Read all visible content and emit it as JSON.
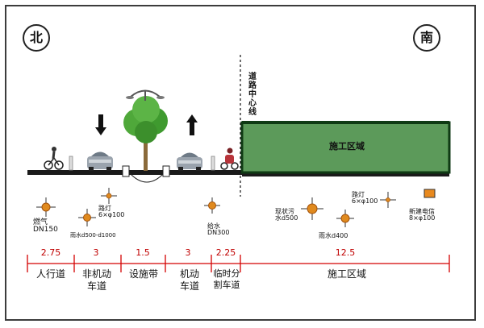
{
  "compass": {
    "north": "北",
    "south": "南"
  },
  "centerline_label": "道路中心线",
  "construction_block_label": "施工区域",
  "utilities": [
    {
      "name": "gas",
      "label": "燃气\nDN150"
    },
    {
      "name": "streetlight-left",
      "label": "路灯\n6×φ100"
    },
    {
      "name": "rainwater-left",
      "label": "雨水d500-d1000"
    },
    {
      "name": "water-supply",
      "label": "给水\nDN300"
    },
    {
      "name": "sewage",
      "label": "现状污\n水d500"
    },
    {
      "name": "rainwater-right",
      "label": "雨水d400"
    },
    {
      "name": "streetlight-right",
      "label": "路灯\n6×φ100"
    },
    {
      "name": "telecom",
      "label": "新建电信\n8×φ100"
    }
  ],
  "dimensions": [
    "2.75",
    "3",
    "1.5",
    "3",
    "2.25",
    "12.5"
  ],
  "zones": [
    "人行道",
    "非机动\n车道",
    "设施带",
    "机动\n车道",
    "临时分\n割车道",
    "施工区域"
  ],
  "colors": {
    "dimension": "#c00000",
    "construction": "#5c9a5a",
    "construction_edge": "#0f3a14",
    "road": "#1a1a1a"
  }
}
